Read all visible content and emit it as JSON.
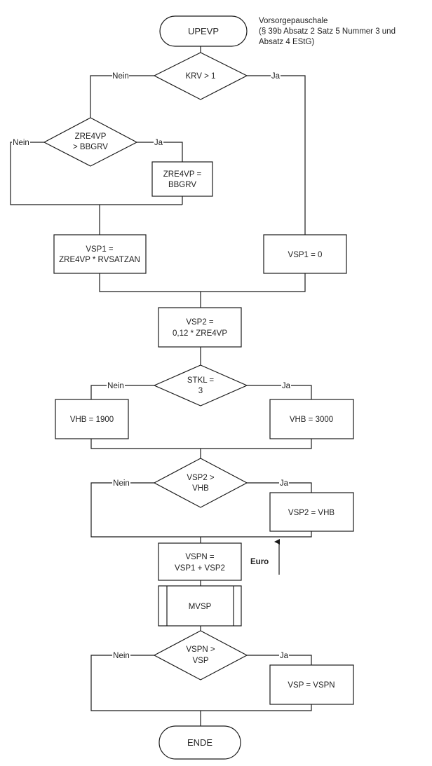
{
  "title_note": {
    "lines": [
      "Vorsorgepauschale",
      "(§ 39b Absatz 2 Satz 5 Nummer 3 und",
      "Absatz 4 EStG)"
    ]
  },
  "nodes": {
    "start": {
      "type": "terminator",
      "lines": [
        "UPEVP"
      ]
    },
    "krv_decision": {
      "type": "decision",
      "lines": [
        "KRV > 1"
      ]
    },
    "zre4vp_decision": {
      "type": "decision",
      "lines": [
        "ZRE4VP",
        "> BBGRV"
      ]
    },
    "zre4vp_assign": {
      "type": "process",
      "lines": [
        "ZRE4VP =",
        "BBGRV"
      ]
    },
    "vsp1_calc": {
      "type": "process",
      "lines": [
        "VSP1 =",
        "ZRE4VP * RVSATZAN"
      ]
    },
    "vsp1_zero": {
      "type": "process",
      "lines": [
        "VSP1 = 0"
      ]
    },
    "vsp2_calc": {
      "type": "process",
      "lines": [
        "VSP2 =",
        "0,12 * ZRE4VP"
      ]
    },
    "stkl_decision": {
      "type": "decision",
      "lines": [
        "STKL =",
        "3"
      ]
    },
    "vhb_1900": {
      "type": "process",
      "lines": [
        "VHB = 1900"
      ]
    },
    "vhb_3000": {
      "type": "process",
      "lines": [
        "VHB = 3000"
      ]
    },
    "vsp2_decision": {
      "type": "decision",
      "lines": [
        "VSP2 >",
        "VHB"
      ]
    },
    "vsp2_assign": {
      "type": "process",
      "lines": [
        "VSP2 = VHB"
      ]
    },
    "vspn_calc": {
      "type": "process",
      "lines": [
        "VSPN =",
        "VSP1 + VSP2"
      ]
    },
    "mvsp": {
      "type": "subroutine",
      "lines": [
        "MVSP"
      ]
    },
    "vspn_decision": {
      "type": "decision",
      "lines": [
        "VSPN >",
        "VSP"
      ]
    },
    "vsp_assign": {
      "type": "process",
      "lines": [
        "VSP = VSPN"
      ]
    },
    "end": {
      "type": "terminator",
      "lines": [
        "ENDE"
      ]
    }
  },
  "edge_labels": {
    "no": "Nein",
    "yes": "Ja"
  },
  "annotation": {
    "unit_label": "Euro",
    "arrow": "up"
  }
}
